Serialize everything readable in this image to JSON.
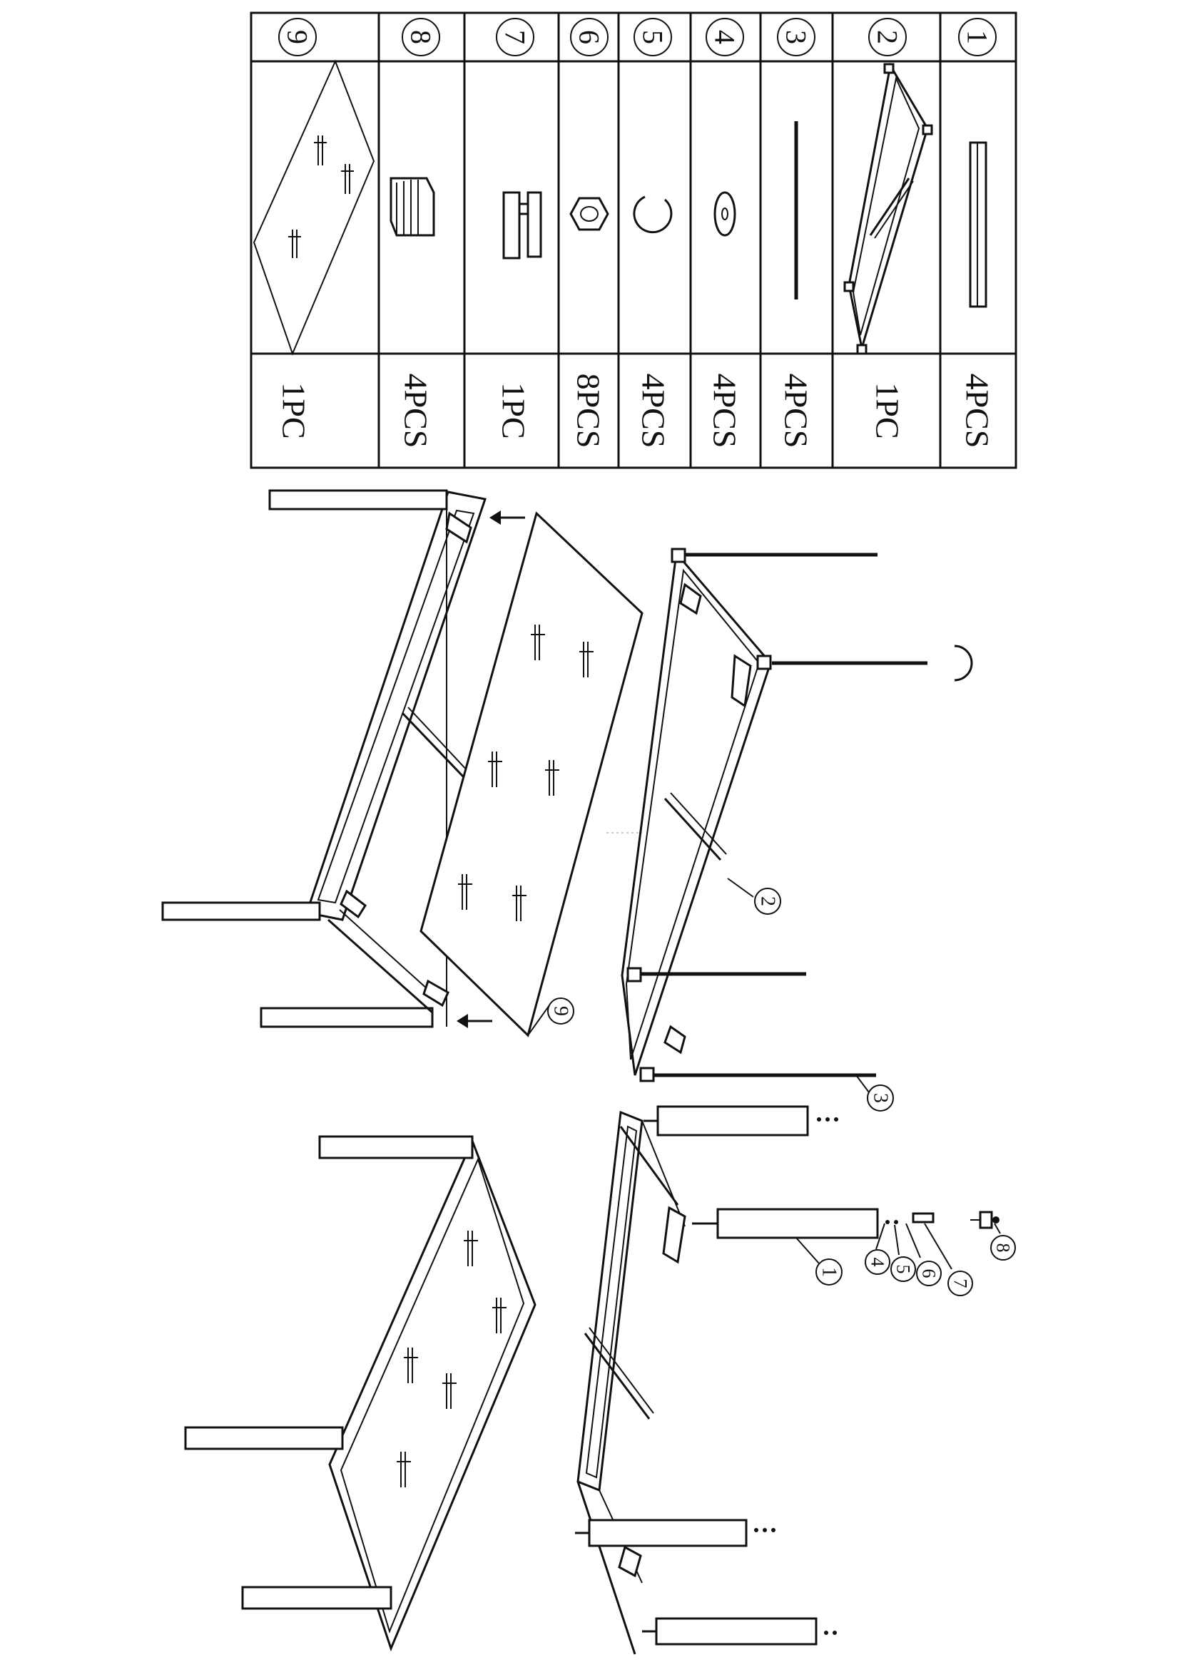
{
  "parts": [
    {
      "number": "1",
      "qty": "4PCS",
      "icon": "leg-icon"
    },
    {
      "number": "2",
      "qty": "1PC",
      "icon": "frame-icon"
    },
    {
      "number": "3",
      "qty": "4PCS",
      "icon": "rod-icon"
    },
    {
      "number": "4",
      "qty": "4PCS",
      "icon": "washer-icon"
    },
    {
      "number": "5",
      "qty": "4PCS",
      "icon": "spring-washer-icon"
    },
    {
      "number": "6",
      "qty": "8PCS",
      "icon": "nut-icon"
    },
    {
      "number": "7",
      "qty": "1PC",
      "icon": "wrench-icon"
    },
    {
      "number": "8",
      "qty": "4PCS",
      "icon": "foot-pad-icon"
    },
    {
      "number": "9",
      "qty": "1PC",
      "icon": "glass-top-icon"
    }
  ],
  "callouts": {
    "c1": "1",
    "c2": "2",
    "c3": "3",
    "c4": "4",
    "c5": "5",
    "c6": "6",
    "c7": "7",
    "c8": "8",
    "c9": "9"
  }
}
